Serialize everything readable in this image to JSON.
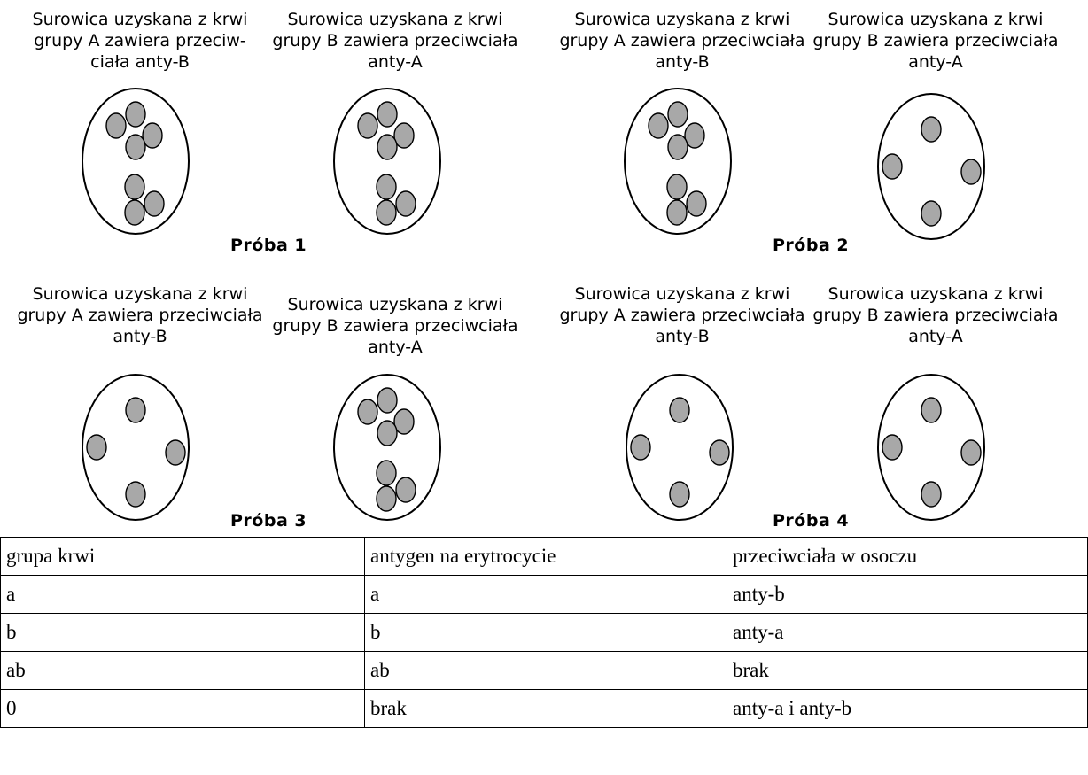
{
  "trials": [
    {
      "label": "Próba 1",
      "left_caption": "Surowica uzyskana z krwi\ngrupy A zawiera przeciw-\nciała anty-B",
      "right_caption": "Surowica uzyskana z krwi\ngrupy B zawiera przeciwciała\nanty-A",
      "left_agglutinated": true,
      "right_agglutinated": true
    },
    {
      "label": "Próba 2",
      "left_caption": "Surowica uzyskana z krwi\ngrupy A zawiera przeciwciała\nanty-B",
      "right_caption": "Surowica uzyskana z krwi\ngrupy B zawiera przeciwciała\nanty-A",
      "left_agglutinated": true,
      "right_agglutinated": false
    },
    {
      "label": "Próba 3",
      "left_caption": "Surowica uzyskana z krwi\ngrupy A zawiera przeciwciała\nanty-B",
      "right_caption": "Surowica uzyskana z krwi\ngrupy B zawiera przeciwciała\nanty-A",
      "left_agglutinated": false,
      "right_agglutinated": true
    },
    {
      "label": "Próba 4",
      "left_caption": "Surowica uzyskana z krwi\ngrupy A zawiera przeciwciała\nanty-B",
      "right_caption": "Surowica uzyskana z krwi\ngrupy B zawiera przeciwciała\nanty-A",
      "left_agglutinated": false,
      "right_agglutinated": false
    }
  ],
  "colors": {
    "cell_fill": "#a8a8a8",
    "stroke": "#000000"
  },
  "table": {
    "headers": [
      "grupa krwi",
      "antygen na erytrocycie",
      "przeciwciała w osoczu"
    ],
    "rows": [
      [
        "a",
        "a",
        "anty-b"
      ],
      [
        "b",
        "b",
        "anty-a"
      ],
      [
        "ab",
        "ab",
        "brak"
      ],
      [
        "0",
        "brak",
        "anty-a i anty-b"
      ]
    ]
  }
}
